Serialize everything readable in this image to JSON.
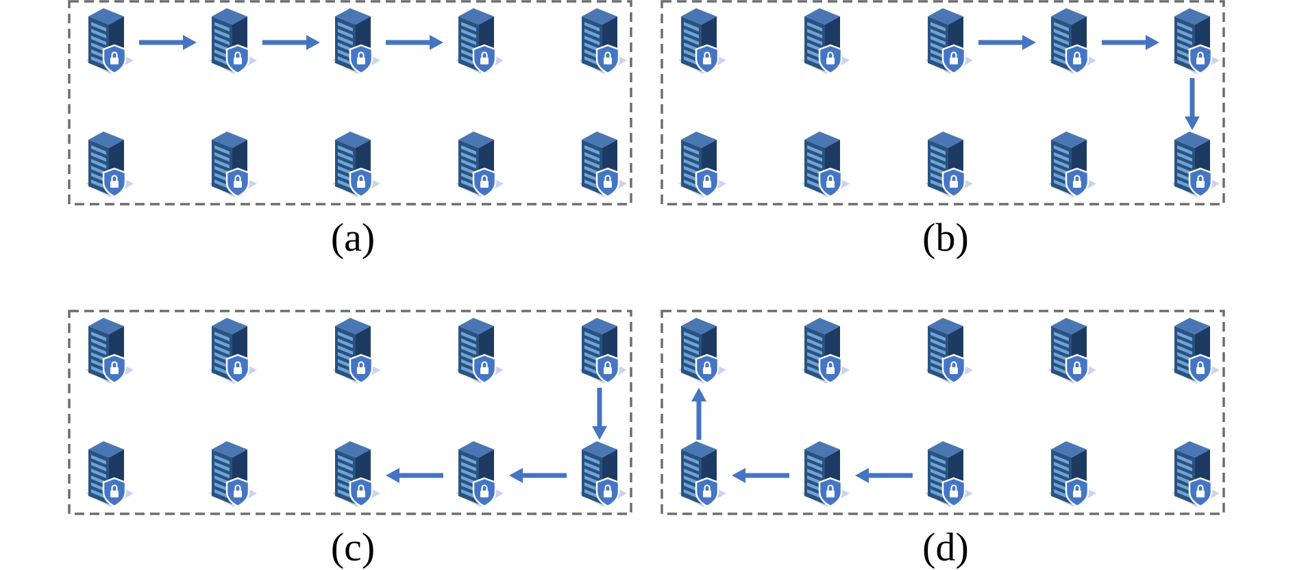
{
  "colors": {
    "border": "#6d6d6d",
    "arrow": "#4674c2",
    "server_side": "#1d3a63",
    "server_front": "#29527f",
    "server_top": "#4a77b3",
    "server_slot": "#6fa3d8",
    "shield": "#4576c5",
    "shield_rim": "#ffffff",
    "base": "#c9d3ee"
  },
  "icons": {
    "node": "secure-server-icon",
    "link": "arrow-icon"
  },
  "panels": [
    {
      "label": "(a)",
      "path": [
        [
          0,
          0
        ],
        [
          0,
          1
        ],
        [
          0,
          2
        ],
        [
          0,
          3
        ]
      ]
    },
    {
      "label": "(b)",
      "path": [
        [
          0,
          2
        ],
        [
          0,
          3
        ],
        [
          0,
          4
        ],
        [
          1,
          4
        ]
      ]
    },
    {
      "label": "(c)",
      "path": [
        [
          0,
          4
        ],
        [
          1,
          4
        ],
        [
          1,
          3
        ],
        [
          1,
          2
        ]
      ]
    },
    {
      "label": "(d)",
      "path": [
        [
          1,
          2
        ],
        [
          1,
          1
        ],
        [
          1,
          0
        ],
        [
          0,
          0
        ]
      ]
    }
  ]
}
